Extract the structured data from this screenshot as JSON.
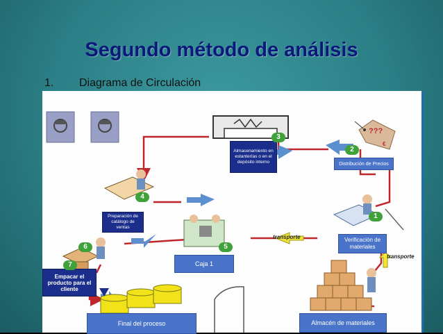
{
  "slide": {
    "title": "Segundo método de análisis",
    "list_number": "1.",
    "list_item": "Diagrama de Circulación"
  },
  "diagram": {
    "labels": {
      "almacenamiento": "Almacenamiento en estanterías o en el depósito interno",
      "distribucion": "Distribución de Precios",
      "preparacion": "Preparación de catálogo de ventas",
      "verificacion": "Verificación de materiales",
      "caja": "Caja 1",
      "empacar": "Empacar el producto para el cliente",
      "final": "Final del proceso",
      "almacen": "Almacén de materiales",
      "transporte_1": "transporte",
      "transporte_2": "transporte",
      "price_tag": "???",
      "price_tag_e": "€"
    },
    "badges": [
      "1",
      "2",
      "3",
      "4",
      "5",
      "6",
      "7"
    ],
    "colors": {
      "flow_arrow": "#c0272d",
      "block_arrow": "#5b8fd0",
      "label_box": "#4a74c9",
      "dark_box": "#1b2e8c",
      "badge": "#3fa13a",
      "title": "#0b1a7a",
      "background": "#2b7f86"
    }
  }
}
